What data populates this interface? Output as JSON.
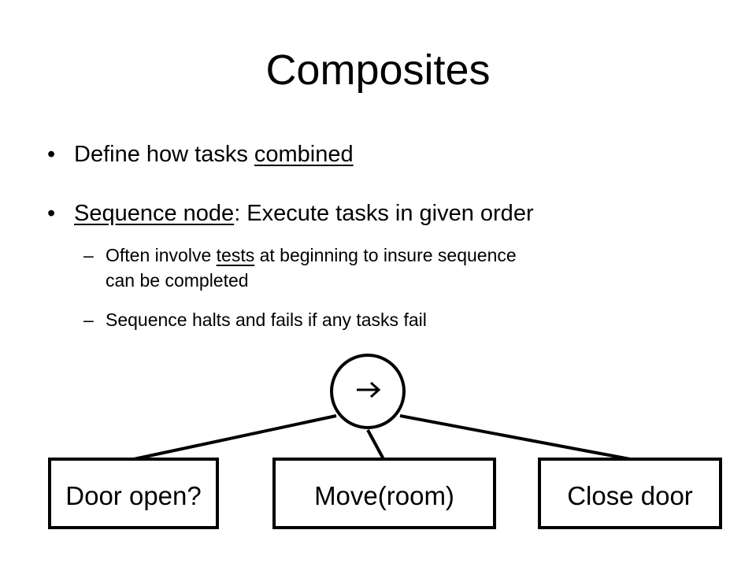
{
  "slide": {
    "title": "Composites",
    "bullet1": {
      "prefix": "Define how tasks ",
      "underlined": "combined"
    },
    "bullet2": {
      "underlined": "Sequence node",
      "rest": ": Execute tasks in given order"
    },
    "sub1": {
      "prefix": "Often involve ",
      "underlined": "tests",
      "rest": " at beginning to insure sequence",
      "line2": "can be completed"
    },
    "sub2": {
      "text": "Sequence halts and fails if any tasks fail"
    }
  },
  "diagram": {
    "root_symbol": "→",
    "children": [
      "Door open?",
      "Move(room)",
      "Close door"
    ]
  }
}
